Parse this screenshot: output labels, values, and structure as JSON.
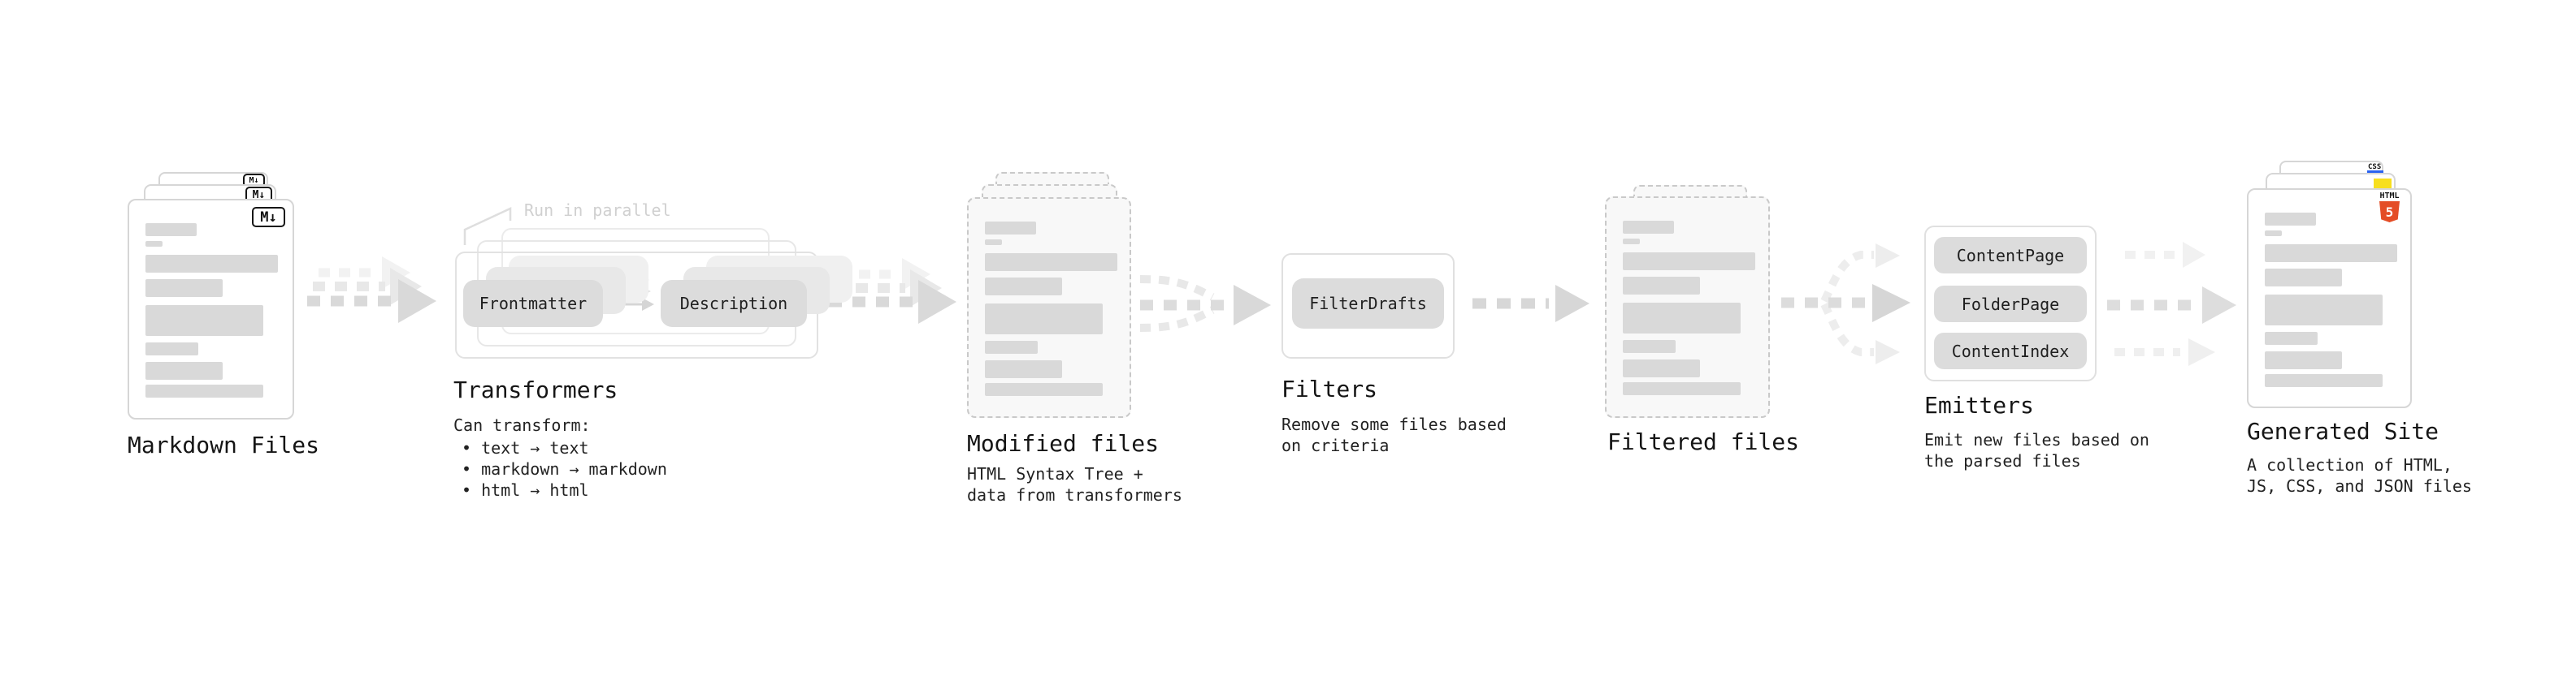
{
  "diagram": {
    "nodes": {
      "markdown_files": {
        "label": "Markdown Files",
        "file_badge": "M↓"
      },
      "transformers": {
        "label": "Transformers",
        "annotation": "Run in parallel",
        "step_1": "Frontmatter",
        "step_2": "Description",
        "desc_title": "Can transform:",
        "bullet_1": "• text → text",
        "bullet_2": "• markdown → markdown",
        "bullet_3": "• html → html"
      },
      "modified_files": {
        "label": "Modified files",
        "desc_line_1": "HTML Syntax Tree +",
        "desc_line_2": "data from transformers"
      },
      "filters": {
        "label": "Filters",
        "filter_1": "FilterDrafts",
        "desc_line_1": "Remove some files based",
        "desc_line_2": "on criteria"
      },
      "filtered_files": {
        "label": "Filtered files"
      },
      "emitters": {
        "label": "Emitters",
        "emitter_1": "ContentPage",
        "emitter_2": "FolderPage",
        "emitter_3": "ContentIndex",
        "desc_line_1": "Emit new files based on",
        "desc_line_2": "the parsed files"
      },
      "generated_site": {
        "label": "Generated Site",
        "desc_line_1": "A collection of HTML,",
        "desc_line_2": "JS, CSS, and JSON files",
        "html5_badge_text": "HTML",
        "html5_badge_number": "5",
        "css_badge_text": "CSS"
      }
    },
    "colors": {
      "html5_orange": "#e44d26",
      "js_yellow": "#f7df1e",
      "css_blue": "#2962f1",
      "arrow_gray": "#d9d9d9"
    }
  }
}
